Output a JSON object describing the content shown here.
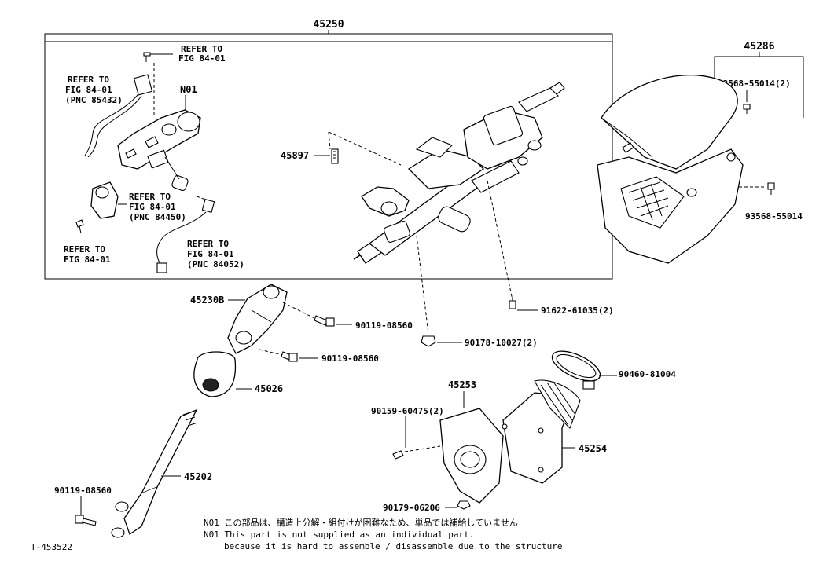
{
  "diagram": {
    "assembly_labels": {
      "main": "45250",
      "cover": "45286"
    },
    "refer_notes": {
      "top_bolt": [
        "REFER TO",
        "FIG 84-01"
      ],
      "left_upper": [
        "REFER TO",
        "FIG 84-01",
        "(PNC 85432)"
      ],
      "left_middle": [
        "REFER TO",
        "FIG 84-01",
        "(PNC 84450)"
      ],
      "left_bottom": [
        "REFER TO",
        "FIG 84-01"
      ],
      "center_bottom": [
        "REFER TO",
        "FIG 84-01",
        "(PNC 84052)"
      ]
    },
    "part_labels": {
      "n01": "N01",
      "p45897": "45897",
      "p93568a": "93568-55014(2)",
      "p93568b": "93568-55014",
      "p45230b": "45230B",
      "p90119a": "90119-08560",
      "p90119b": "90119-08560",
      "p90119c": "90119-08560",
      "p91622": "91622-61035(2)",
      "p90178": "90178-10027(2)",
      "p45026": "45026",
      "p45253": "45253",
      "p90460": "90460-81004",
      "p90159": "90159-60475(2)",
      "p45254": "45254",
      "p45202": "45202",
      "p90179": "90179-06206"
    },
    "footnotes": {
      "jp": "N01 この部品は、構造上分解・組付けが困難なため、単品では補給していません",
      "en1": "N01 This part is not supplied as an individual part.",
      "en2": "because it is hard to assemble / disassemble due to the structure"
    },
    "figure_id": "T-453522"
  }
}
